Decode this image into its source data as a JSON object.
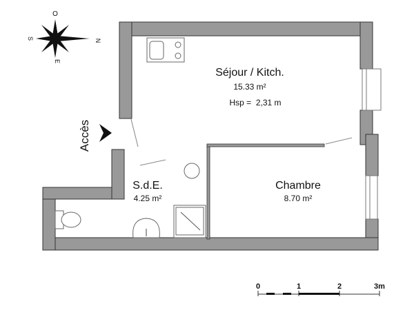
{
  "compass": {
    "north": "N",
    "south": "S",
    "east": "E",
    "west": "O"
  },
  "access_label": "Accès",
  "rooms": [
    {
      "name": "Séjour / Kitch.",
      "area": "15.33 m²",
      "height": "Hsp =  2,31 m"
    },
    {
      "name": "S.d.E.",
      "area": "4.25 m²"
    },
    {
      "name": "Chambre",
      "area": "8.70 m²"
    }
  ],
  "scale": {
    "ticks": [
      "0",
      "1",
      "2",
      "3m"
    ]
  },
  "colors": {
    "wall": "#999999",
    "outline": "#333333"
  }
}
